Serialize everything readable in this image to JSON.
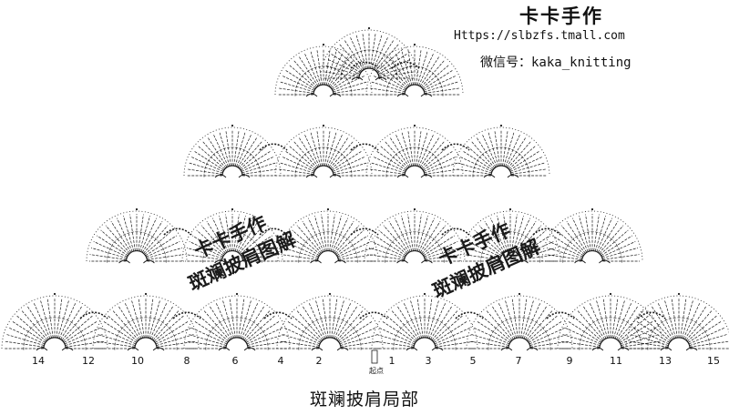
{
  "header": {
    "brand": "卡卡手作",
    "url": "Https://slbzfs.tmall.com",
    "wechat": "微信号：kaka_knitting"
  },
  "watermark": {
    "line1": "卡卡手作",
    "line2": "斑斓披肩图解"
  },
  "diagram": {
    "start_label": "起点",
    "caption": "斑斓披肩局部",
    "row_numbers_left": [
      "14",
      "12",
      "10",
      "8",
      "6",
      "4",
      "2"
    ],
    "row_numbers_right": [
      "1",
      "3",
      "5",
      "7",
      "9",
      "11",
      "13",
      "15"
    ]
  },
  "colors": {
    "ink": "#1a1a1a",
    "background": "#ffffff"
  }
}
